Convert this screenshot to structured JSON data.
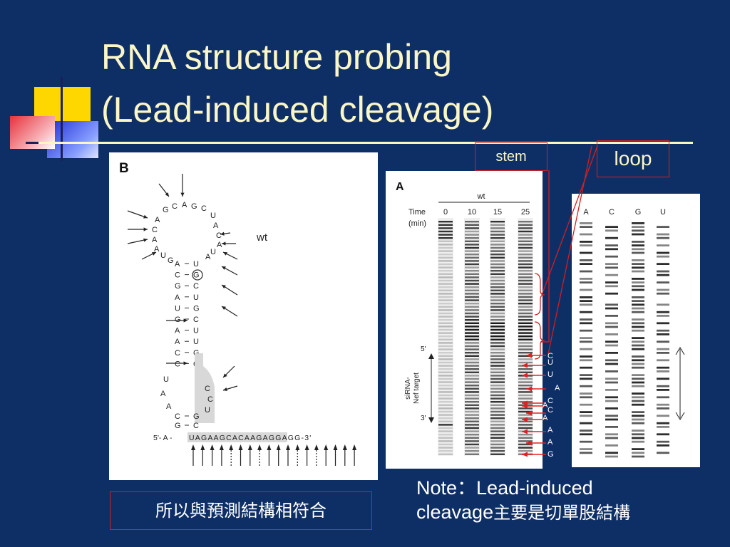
{
  "title": {
    "line1": "RNA structure probing",
    "line2": "(Lead-induced cleavage)"
  },
  "labels": {
    "stem": "stem",
    "loop": "loop"
  },
  "note": {
    "line1": "Note：Lead-induced",
    "line2_latin": "cleavage",
    "line2_cjk": "主要是切單股結構"
  },
  "caption": "所以與預測結構相符合",
  "figure_b": {
    "panel_label": "B",
    "wt_label": "wt",
    "loop_bases": [
      "G",
      "C",
      "A",
      "G",
      "C",
      "U",
      "A",
      "C",
      "A",
      "U",
      "A",
      "A",
      "C",
      "A",
      "A",
      "U",
      "G"
    ],
    "stem_left": [
      "A",
      "C",
      "G",
      "A",
      "U",
      "G",
      "A",
      "A",
      "C",
      "C"
    ],
    "stem_right": [
      "U",
      "G",
      "C",
      "U",
      "G",
      "C",
      "U",
      "U",
      "G",
      "G"
    ],
    "bulge_left": [
      "U",
      "A",
      "A"
    ],
    "bulge_right": [
      "C",
      "C",
      "U"
    ],
    "base_pairs_left": [
      "C",
      "G",
      "A"
    ],
    "base_pairs_right": [
      "G",
      "C",
      "U"
    ],
    "bottom_prefix": "5'- A -",
    "bottom_sequence": "UAGAAGCACAAGAGGAGG-3'"
  },
  "figure_a": {
    "panel_label": "A",
    "group_label": "wt",
    "time_label": "Time",
    "min_label": "(min)",
    "time_points": [
      "0",
      "10",
      "15",
      "25"
    ],
    "axis_label_line1": "siRNA-",
    "axis_label_line2": "Nef target",
    "end5": "5'",
    "end3": "3'",
    "cleavage_bases": [
      "C",
      "U",
      "U",
      "A",
      "C",
      "A",
      "C",
      "A",
      "A",
      "A",
      "G"
    ]
  },
  "figure_seq": {
    "lanes": [
      "A",
      "C",
      "G",
      "U"
    ]
  },
  "colors": {
    "background": "#0e2f66",
    "title": "#fbf6c6",
    "accent_red": "#d02020"
  }
}
